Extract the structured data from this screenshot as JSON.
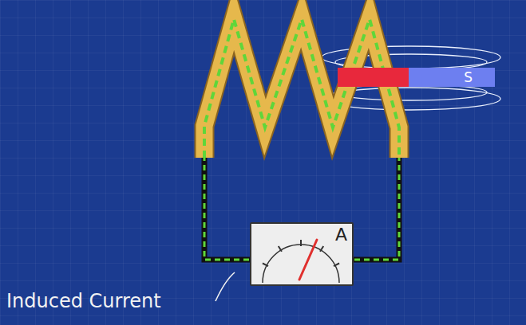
{
  "diagram": {
    "nodes": [
      {
        "text": [
          "S"
        ]
      },
      {
        "text": [
          "A"
        ]
      }
    ],
    "labels": [
      "Induced Current"
    ]
  }
}
